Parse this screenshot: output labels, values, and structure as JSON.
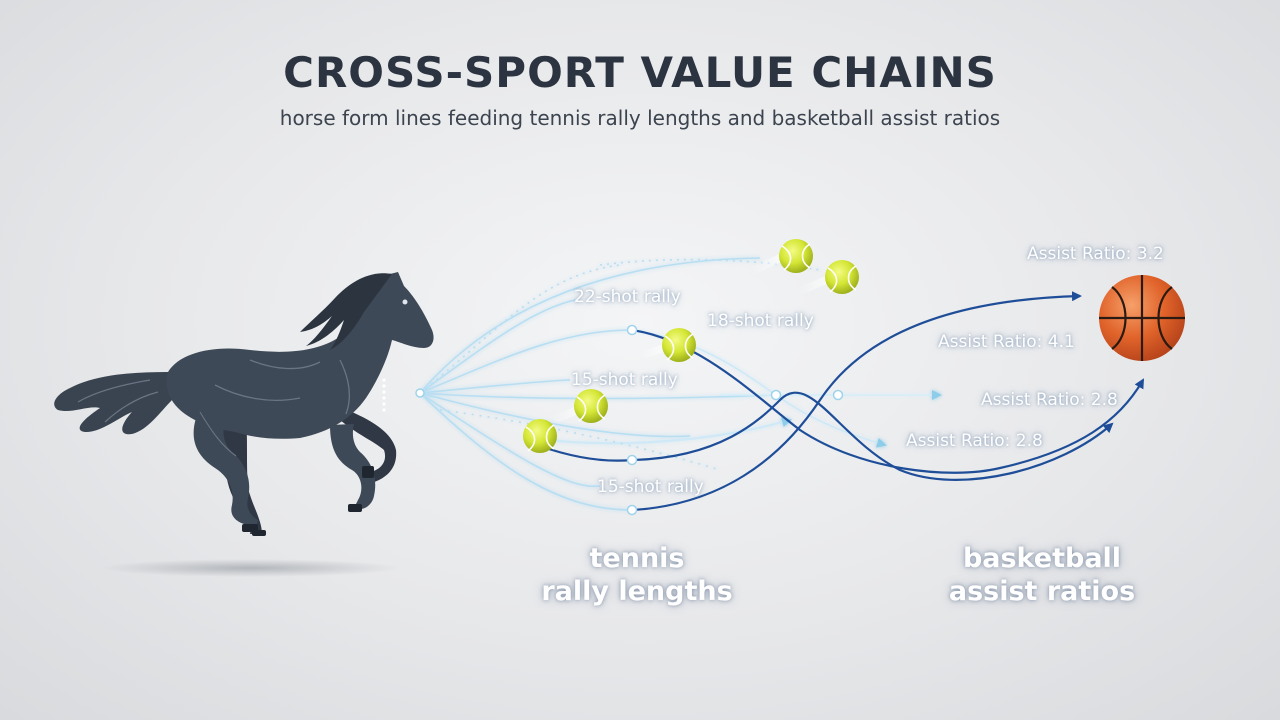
{
  "header": {
    "title": "CROSS-SPORT VALUE CHAINS",
    "subtitle": "horse form lines feeding tennis rally lengths and basketball assist ratios"
  },
  "rally_labels": {
    "r22": "22-shot rally",
    "r18": "18-shot rally",
    "r15_top": "15-shot rally",
    "r15_bottom": "15-shot rally"
  },
  "assist_labels": {
    "a32": "Assist Ratio: 3.2",
    "a41": "Assist Ratio: 4.1",
    "a28_upper": "Assist Ratio: 2.8",
    "a28_lower": "Assist Ratio: 2.8"
  },
  "sections": {
    "tennis": {
      "line1": "tennis",
      "line2": "rally lengths"
    },
    "basketball": {
      "line1": "basketball",
      "line2": "assist ratios"
    }
  },
  "icons": {
    "horse": "horse-icon",
    "tennis_ball": "tennis-ball-icon",
    "basketball": "basketball-icon"
  },
  "colors": {
    "title": "#2b3440",
    "flow_light": "#bfe3f5",
    "flow_dark": "#1f4e99",
    "horse": "#3e4957",
    "tennis_ball": "#d4e635",
    "basketball": "#e0632a"
  }
}
